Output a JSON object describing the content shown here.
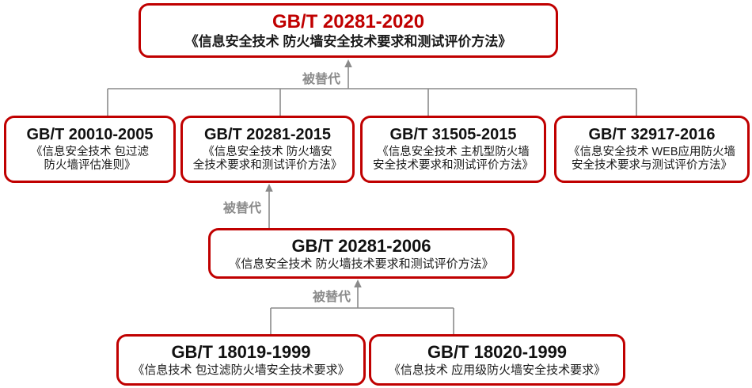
{
  "diagram": {
    "topic": "GB/T firewall standards replacement history",
    "colors": {
      "box_border": "#c00000",
      "highlight_code": "#c00000",
      "body_text": "#111111",
      "connector": "#8a8a8a"
    }
  },
  "labels": {
    "replaced": "被替代"
  },
  "nodes": [
    {
      "id": "gbt-20281-2020",
      "code": "GB/T 20281-2020",
      "name_lines": [
        "《信息安全技术 防火墙安全技术要求和测试评价方法》"
      ]
    },
    {
      "id": "gbt-20010-2005",
      "code": "GB/T 20010-2005",
      "name_lines": [
        "《信息安全技术 包过滤",
        "防火墙评估准则》"
      ]
    },
    {
      "id": "gbt-20281-2015",
      "code": "GB/T 20281-2015",
      "name_lines": [
        "《信息安全技术 防火墙安",
        "全技术要求和测试评价方法》"
      ]
    },
    {
      "id": "gbt-31505-2015",
      "code": "GB/T 31505-2015",
      "name_lines": [
        "《信息安全技术 主机型防火墙",
        "安全技术要求和测试评价方法》"
      ]
    },
    {
      "id": "gbt-32917-2016",
      "code": "GB/T 32917-2016",
      "name_lines": [
        "《信息安全技术 WEB应用防火墙",
        "安全技术要求与测试评价方法》"
      ]
    },
    {
      "id": "gbt-20281-2006",
      "code": "GB/T 20281-2006",
      "name_lines": [
        "《信息安全技术 防火墙技术要求和测试评价方法》"
      ]
    },
    {
      "id": "gbt-18019-1999",
      "code": "GB/T 18019-1999",
      "name_lines": [
        "《信息技术 包过滤防火墙安全技术要求》"
      ]
    },
    {
      "id": "gbt-18020-1999",
      "code": "GB/T 18020-1999",
      "name_lines": [
        "《信息技术 应用级防火墙安全技术要求》"
      ]
    }
  ]
}
